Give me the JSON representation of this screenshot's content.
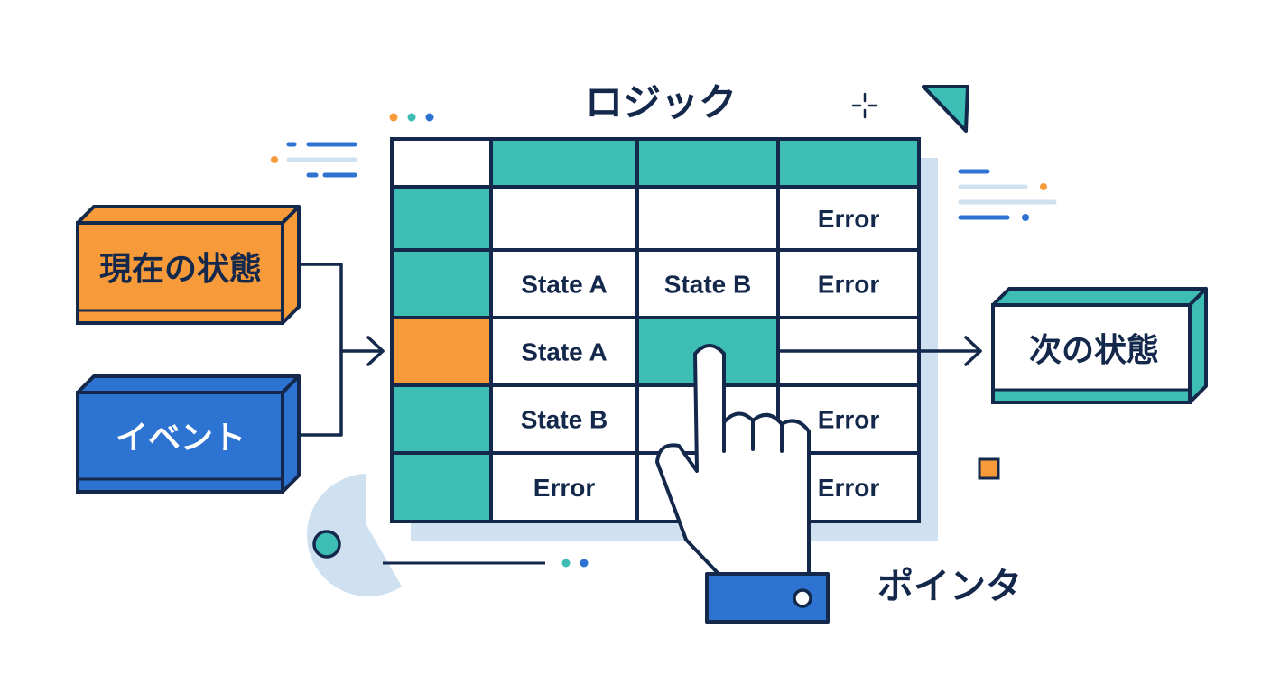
{
  "title": "ロジック",
  "inputs": {
    "current_state": "現在の状態",
    "event": "イベント"
  },
  "output": {
    "next_state": "次の状態"
  },
  "pointer_label": "ポインタ",
  "table": {
    "rows": 6,
    "cols": 4,
    "row_header_states": [
      "header",
      "teal",
      "teal",
      "orange",
      "teal",
      "teal"
    ],
    "highlight_cell": {
      "row": 3,
      "col": 2
    },
    "cells": [
      [
        "",
        "",
        "",
        ""
      ],
      [
        "",
        "",
        "",
        "Error"
      ],
      [
        "",
        "State A",
        "State B",
        "Error"
      ],
      [
        "",
        "State A",
        "",
        ""
      ],
      [
        "",
        "State B",
        "",
        "Error"
      ],
      [
        "",
        "Error",
        "",
        "Error"
      ]
    ]
  },
  "colors": {
    "navy": "#13284a",
    "teal": "#3dbdb3",
    "orange": "#f79a3a",
    "blue": "#2c73d2",
    "light_blue": "#cfe0f1",
    "white": "#ffffff"
  }
}
